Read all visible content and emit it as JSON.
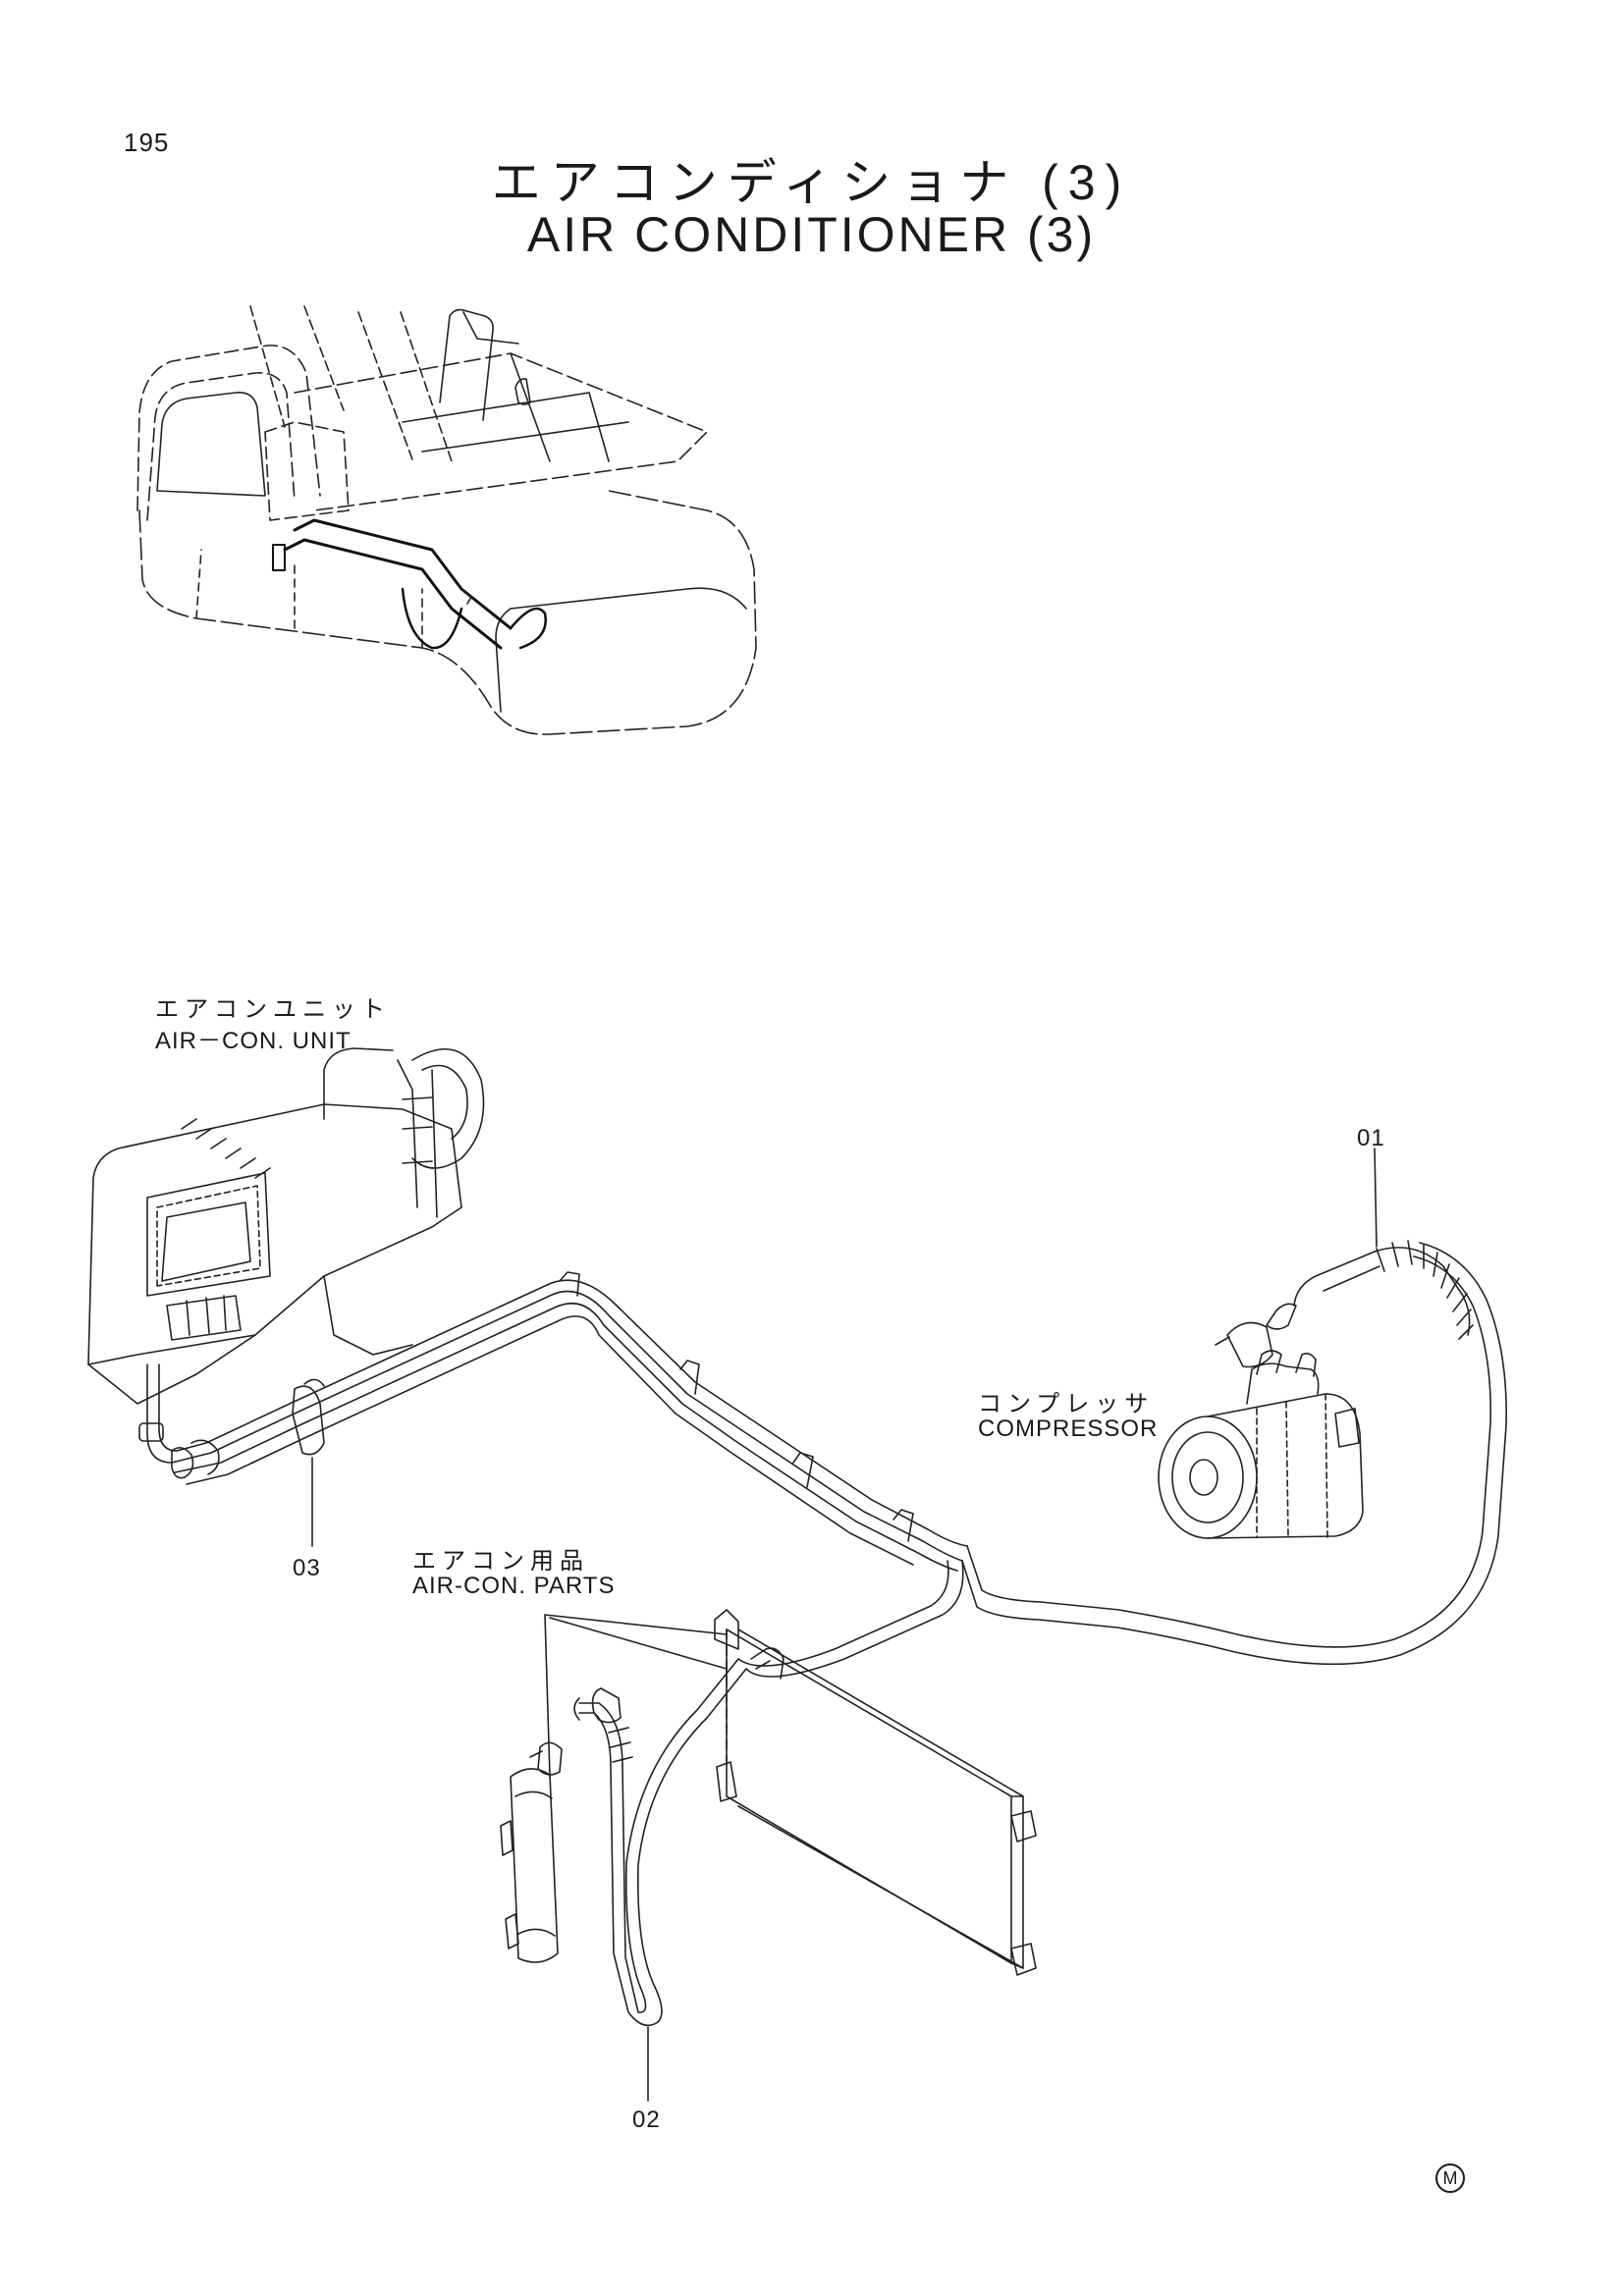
{
  "page_number": "195",
  "title_ja": "エアコンディショナ (3)",
  "title_en": "AIR CONDITIONER (3)",
  "labels": {
    "aircon_unit_ja": "エアコンユニット",
    "aircon_unit_en": "AIR－CON. UNIT",
    "compressor_ja": "コンプレッサ",
    "compressor_en": "COMPRESSOR",
    "aircon_parts_ja": "エアコン用品",
    "aircon_parts_en": "AIR-CON. PARTS"
  },
  "callouts": [
    "01",
    "02",
    "03"
  ],
  "corner_mark": "M"
}
